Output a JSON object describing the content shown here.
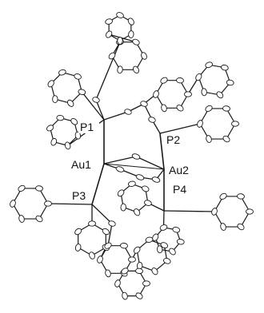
{
  "figure": {
    "labels": {
      "p1": "P1",
      "p2": "P2",
      "p3": "P3",
      "p4": "P4",
      "au1": "Au1",
      "au2": "Au2"
    },
    "colors": {
      "bond": "#1a1a1a",
      "atom_fill": "#ffffff",
      "atom_outline": "#1a1a1a",
      "label": "#111111"
    }
  }
}
